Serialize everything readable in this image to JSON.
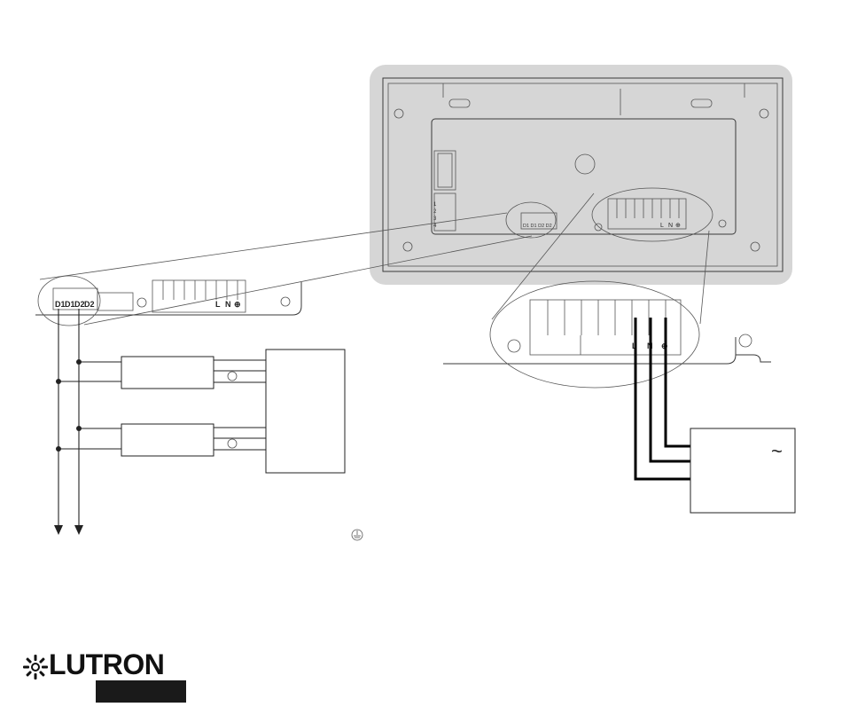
{
  "terminals": {
    "dali": [
      "D1",
      "D1",
      "D2",
      "D2"
    ],
    "power_left": [
      "L",
      "N",
      "⊕"
    ],
    "power_zoom": [
      "L",
      "N",
      "⊕"
    ],
    "power_main": [
      "L",
      "N",
      "⊕"
    ],
    "side": [
      "1",
      "2",
      "3",
      "4"
    ]
  },
  "symbols": {
    "ac": "~",
    "ground": "⏚"
  },
  "brand": {
    "name": "LUTRON"
  },
  "colors": {
    "panel": "#d6d6d6",
    "line": "#3a3a3a",
    "heavy_wire": "#000000"
  }
}
